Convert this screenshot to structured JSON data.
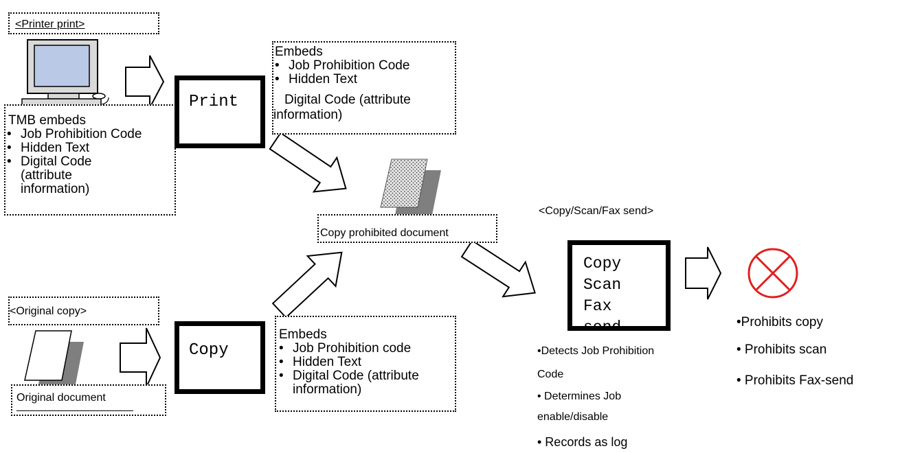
{
  "printer_section": {
    "title": "<Printer print>",
    "tmb_heading": "TMB embeds",
    "tmb_items": [
      "Job Prohibition Code",
      "Hidden Text",
      "Digital Code",
      "(attribute",
      "information)"
    ],
    "print_box_label": "Print",
    "embeds_heading": "Embeds",
    "embeds_items": [
      "Job Prohibition Code",
      "Hidden Text"
    ],
    "embeds_extra": [
      "Digital Code (attribute",
      "information)"
    ]
  },
  "original_section": {
    "title": "<Original copy>",
    "document_label": "Original document",
    "copy_box_label": "Copy",
    "embeds_heading": "Embeds",
    "embeds_items": [
      "Job Prohibition code",
      "Hidden Text",
      "Digital Code (attribute"
    ],
    "embeds_extra": "information)"
  },
  "middle": {
    "prohibited_label": "Copy prohibited document"
  },
  "device_section": {
    "title": "<Copy/Scan/Fax send>",
    "box_lines": [
      "Copy",
      "Scan",
      "Fax",
      "send"
    ],
    "detect_items": [
      "•Detects Job Prohibition",
      "Code",
      "• Determines Job",
      "enable/disable",
      "• Records as log"
    ],
    "prohibit_items": [
      "•Prohibits copy",
      "• Prohibits scan",
      "• Prohibits Fax-send"
    ]
  },
  "colors": {
    "prohibit_symbol": "#e02020",
    "monitor_screen": "#b9c9e6",
    "paper_shadow": "#7f7f7f"
  },
  "icons": [
    "computer-icon",
    "paper-icon",
    "prohibited-icon",
    "arrow-icon"
  ]
}
